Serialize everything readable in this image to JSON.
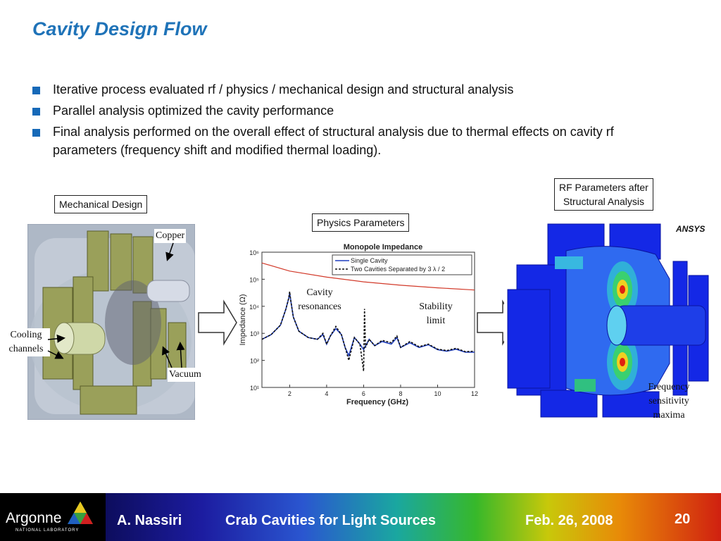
{
  "title": "Cavity Design Flow",
  "bullets": [
    "Iterative process evaluated rf / physics / mechanical design and structural analysis",
    "Parallel analysis optimized the cavity performance",
    "Final analysis performed on the overall effect of structural analysis due to thermal effects on cavity rf parameters (frequency shift and modified thermal loading)."
  ],
  "boxes": {
    "mechanical": "Mechanical Design",
    "physics": "Physics Parameters",
    "rf_line1": "RF Parameters after",
    "rf_line2": "Structural Analysis"
  },
  "annotations": {
    "copper": "Copper",
    "cooling1": "Cooling",
    "cooling2": "channels",
    "vacuum": "Vacuum",
    "cavity1": "Cavity",
    "cavity2": "resonances",
    "stability1": "Stability",
    "stability2": "limit",
    "freq1": "Frequency",
    "freq2": "sensitivity",
    "freq3": "maxima"
  },
  "chart_data": {
    "type": "line",
    "title": "Monopole Impedance",
    "xlabel": "Frequency (GHz)",
    "ylabel": "Impedance (Ω)",
    "x_ticks": [
      "2",
      "4",
      "6",
      "8",
      "10",
      "12"
    ],
    "y_ticks": [
      "10¹",
      "10²",
      "10³",
      "10⁴",
      "10⁵",
      "10⁶"
    ],
    "xlim": [
      0.5,
      12
    ],
    "ylim_log10": [
      1,
      6
    ],
    "legend_position": "top-right",
    "series": [
      {
        "name": "Single Cavity",
        "color": "#1f3fbf",
        "style": "solid",
        "x": [
          0.5,
          1.0,
          1.5,
          1.8,
          1.95,
          2.0,
          2.05,
          2.2,
          2.5,
          3.0,
          3.5,
          3.8,
          4.0,
          4.2,
          4.5,
          4.8,
          5.0,
          5.2,
          5.5,
          5.8,
          6.0,
          6.3,
          6.6,
          7.0,
          7.5,
          7.8,
          8.0,
          8.5,
          9.0,
          9.5,
          10.0,
          10.5,
          11.0,
          11.5,
          12.0
        ],
        "y": [
          600,
          900,
          2000,
          8000,
          20000,
          32000,
          18000,
          4000,
          1200,
          700,
          600,
          900,
          400,
          800,
          1500,
          900,
          300,
          150,
          700,
          400,
          250,
          600,
          350,
          500,
          400,
          700,
          300,
          450,
          300,
          380,
          250,
          220,
          260,
          200,
          200
        ]
      },
      {
        "name": "Two Cavities Separated by 3 λ / 2",
        "color": "#111111",
        "style": "dashed",
        "x": [
          0.5,
          1.0,
          1.5,
          1.8,
          1.95,
          2.0,
          2.05,
          2.2,
          2.5,
          3.0,
          3.5,
          3.8,
          4.0,
          4.2,
          4.5,
          4.8,
          5.0,
          5.2,
          5.5,
          5.8,
          6.0,
          6.05,
          6.1,
          6.3,
          6.6,
          7.0,
          7.5,
          7.8,
          8.0,
          8.5,
          9.0,
          9.5,
          10.0,
          10.5,
          11.0,
          11.5,
          12.0
        ],
        "y": [
          600,
          900,
          2000,
          8000,
          20000,
          35000,
          18000,
          4000,
          1200,
          700,
          600,
          1000,
          400,
          800,
          1800,
          900,
          300,
          100,
          700,
          400,
          40,
          8000,
          300,
          600,
          350,
          550,
          450,
          800,
          300,
          500,
          320,
          400,
          260,
          230,
          280,
          210,
          220
        ]
      },
      {
        "name": "Stability limit",
        "color": "#d23a2a",
        "style": "solid",
        "x": [
          0.5,
          2,
          4,
          6,
          8,
          10,
          12
        ],
        "y": [
          400000,
          200000,
          120000,
          80000,
          60000,
          48000,
          40000
        ]
      }
    ]
  },
  "logo": "Argonne",
  "logo_sub": "NATIONAL LABORATORY",
  "ansys": "ANSYS",
  "footer": {
    "author": "A. Nassiri",
    "talk": "Crab Cavities for Light Sources",
    "date": "Feb. 26, 2008",
    "page": "20"
  }
}
